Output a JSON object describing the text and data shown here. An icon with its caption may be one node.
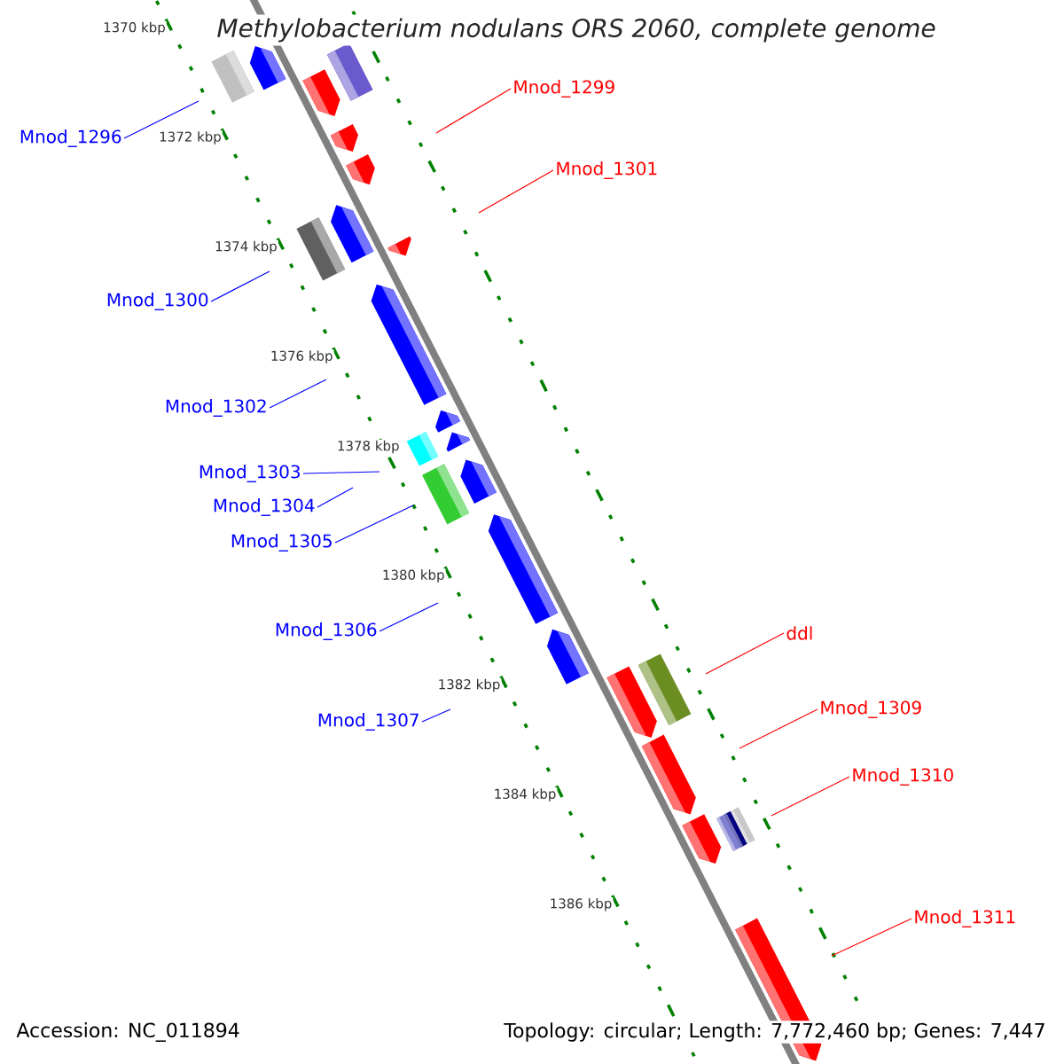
{
  "diagram": {
    "title": "Methylobacterium nodulans ORS 2060, complete genome",
    "nodes": [
      {
        "text": [
          "Mnod_1296"
        ]
      },
      {
        "text": [
          "Mnod_1300"
        ]
      },
      {
        "text": [
          "Mnod_1302"
        ]
      },
      {
        "text": [
          "Mnod_1303"
        ]
      },
      {
        "text": [
          "Mnod_1304"
        ]
      },
      {
        "text": [
          "Mnod_1305"
        ]
      },
      {
        "text": [
          "Mnod_1306"
        ]
      },
      {
        "text": [
          "Mnod_1307"
        ]
      },
      {
        "text": [
          "Mnod_1299"
        ]
      },
      {
        "text": [
          "Mnod_1301"
        ]
      },
      {
        "text": [
          "ddl"
        ]
      },
      {
        "text": [
          "Mnod_1309"
        ]
      },
      {
        "text": [
          "Mnod_1310"
        ]
      },
      {
        "text": [
          "Mnod_1311"
        ]
      }
    ],
    "edges": [
      {
        "from": 0,
        "to": null,
        "arrow": "none",
        "color": "#0000ff"
      },
      {
        "from": 1,
        "to": null,
        "arrow": "none",
        "color": "#0000ff"
      },
      {
        "from": 2,
        "to": null,
        "arrow": "none",
        "color": "#0000ff"
      },
      {
        "from": 3,
        "to": null,
        "arrow": "none",
        "color": "#0000ff"
      },
      {
        "from": 4,
        "to": null,
        "arrow": "none",
        "color": "#0000ff"
      },
      {
        "from": 5,
        "to": null,
        "arrow": "none",
        "color": "#0000ff"
      },
      {
        "from": 6,
        "to": null,
        "arrow": "none",
        "color": "#0000ff"
      },
      {
        "from": 7,
        "to": null,
        "arrow": "none",
        "color": "#0000ff"
      },
      {
        "from": 8,
        "to": null,
        "arrow": "none",
        "color": "#ff0000"
      },
      {
        "from": 9,
        "to": null,
        "arrow": "none",
        "color": "#ff0000"
      },
      {
        "from": 10,
        "to": null,
        "arrow": "none",
        "color": "#ff0000"
      },
      {
        "from": 11,
        "to": null,
        "arrow": "none",
        "color": "#ff0000"
      },
      {
        "from": 12,
        "to": null,
        "arrow": "none",
        "color": "#ff0000"
      },
      {
        "from": 13,
        "to": null,
        "arrow": "none",
        "color": "#ff0000"
      }
    ],
    "labels": [
      "1370 kbp",
      "1372 kbp",
      "1374 kbp",
      "1376 kbp",
      "1378 kbp",
      "1380 kbp",
      "1382 kbp",
      "1384 kbp",
      "1386 kbp",
      "Accession: NC_011894",
      "Topology: circular; Length: 7,772,460 bp; Genes: 7,447"
    ]
  }
}
